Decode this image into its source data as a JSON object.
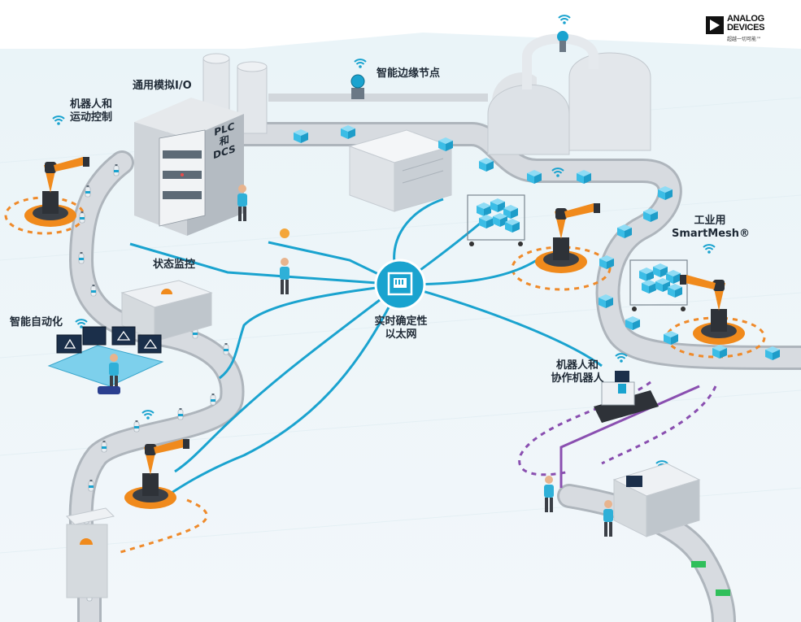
{
  "brand": {
    "name": "ANALOG\nDEVICES",
    "tagline": "超越一切可能™"
  },
  "labels": {
    "plc_dcs": "PLC\n和\nDCS",
    "analog_io": "通用模拟I/O",
    "edge_node": "智能边缘节点",
    "robot_motion": "机器人和\n运动控制",
    "status_monitor": "状态监控",
    "smart_automation": "智能自动化",
    "tsn": "实时确定性\n以太网",
    "smartmesh_line1": "工业用",
    "smartmesh_line2": "SmartMesh®",
    "cobots": "机器人和\n协作机器人"
  },
  "colors": {
    "network": "#1aa3cf",
    "conveyor": "#c9ced4",
    "robot_orange": "#f08a1c",
    "box_blue": "#3bbde6",
    "dashed_orange": "#ef8a2a",
    "dashed_purple": "#8a4fb0",
    "machine_gray": "#d9dde2"
  }
}
